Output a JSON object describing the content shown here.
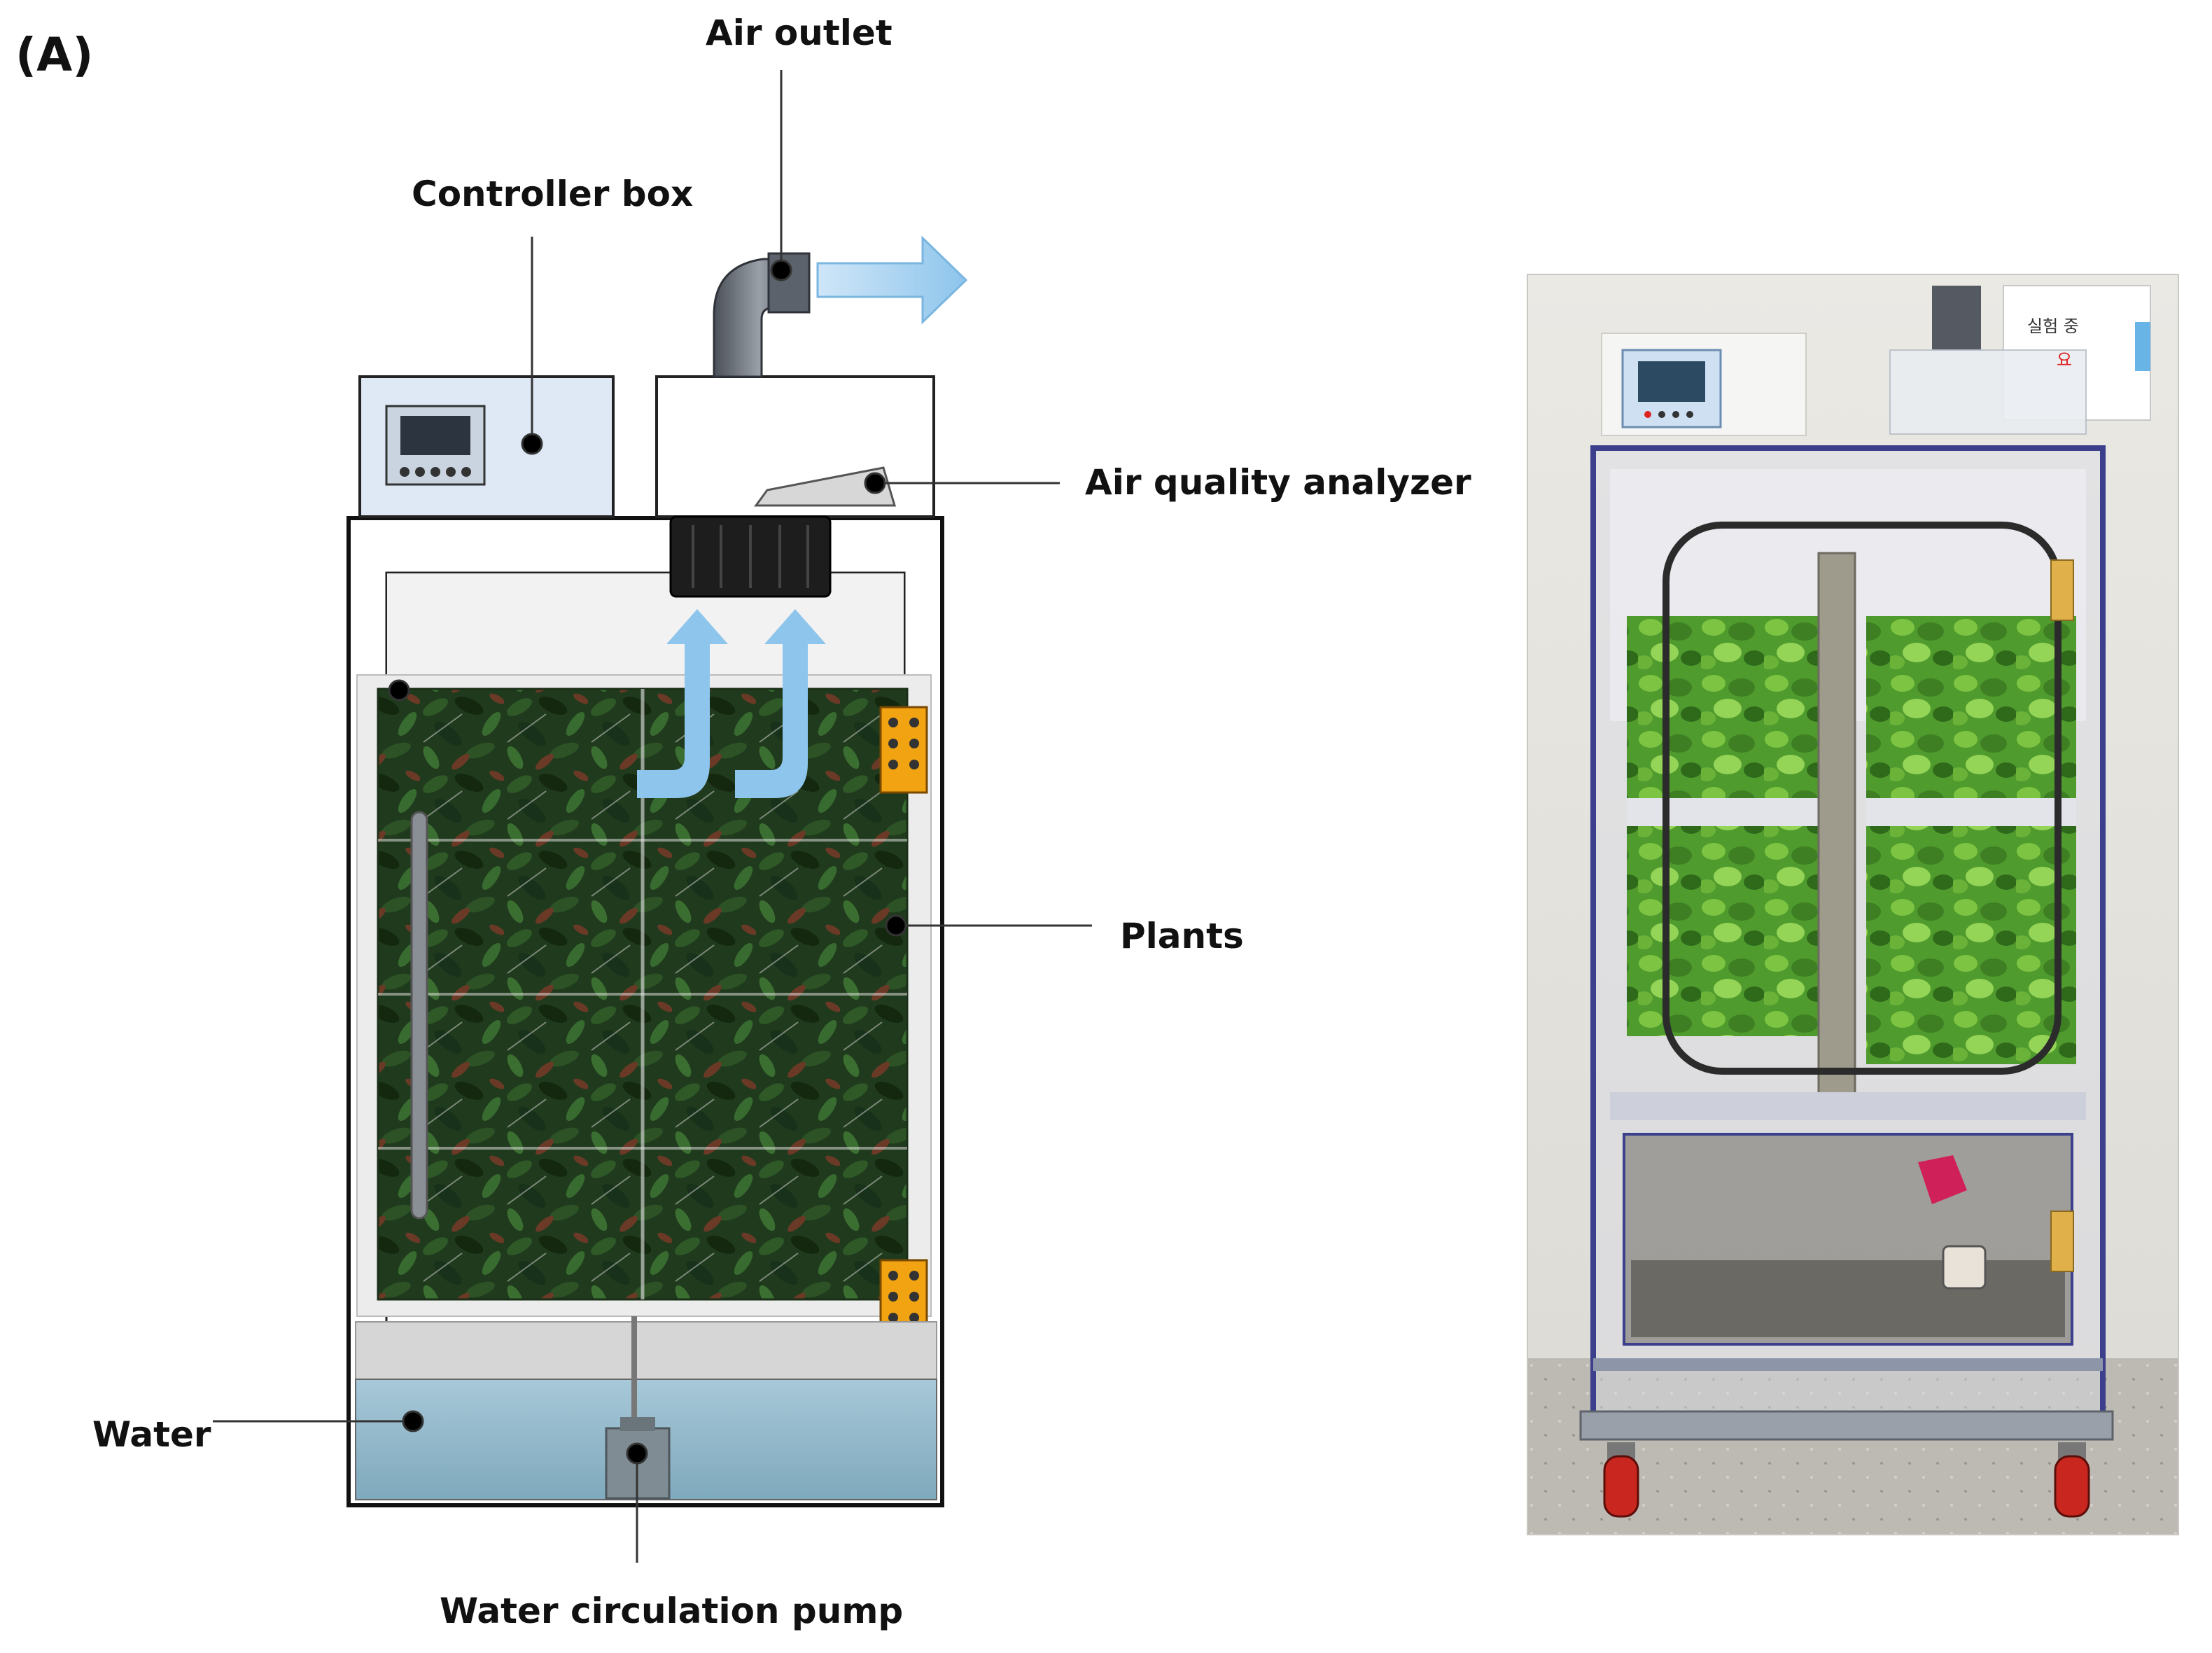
{
  "panel_label": "(A)",
  "labels": {
    "air_outlet": "Air outlet",
    "controller_box": "Controller box",
    "air_quality_analyzer": "Air quality analyzer",
    "plants": "Plants",
    "water": "Water",
    "water_circulation_pump": "Water circulation pump"
  },
  "photo_sign": {
    "line1": "실험 중",
    "line2": "요"
  },
  "colors": {
    "airflow_arrow": "#8ec5ec",
    "water": "#8fb8cc",
    "controller_box": "#dfe9f6",
    "hinge": "#f2a312",
    "foliage": "#1f3a1c",
    "photo_wall": "#e8e6e1",
    "photo_frame": "#3b3f8c"
  },
  "icons": [
    "outlet-elbow-icon",
    "airflow-arrow-icon",
    "controller-display-icon",
    "analyzer-sensor-icon",
    "fan-icon",
    "pump-icon",
    "hinge-icon",
    "wheel-icon"
  ]
}
